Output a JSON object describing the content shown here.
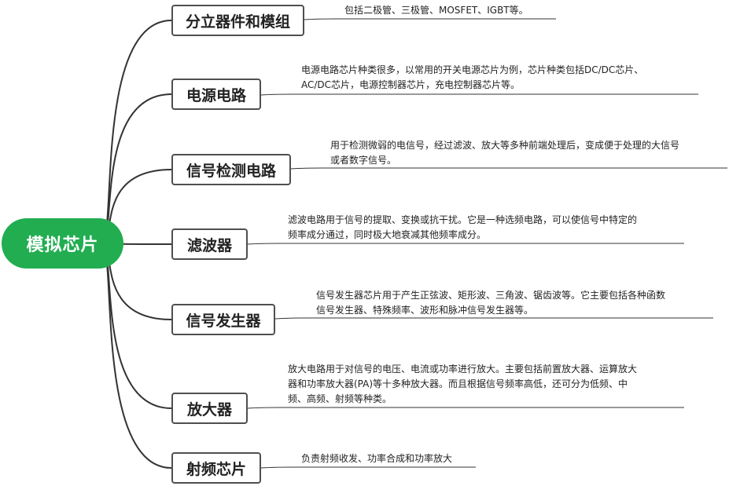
{
  "root": {
    "label": "模拟芯片"
  },
  "branches": [
    {
      "label": "分立器件和模组",
      "lines": [
        "包括二极管、三极管、MOSFET、IGBT等。"
      ]
    },
    {
      "label": "电源电路",
      "lines": [
        "电源电路芯片种类很多，以常用的开关电源芯片为例，芯片种类包括DC/DC芯片、",
        "AC/DC芯片，电源控制器芯片，充电控制器芯片等。"
      ]
    },
    {
      "label": "信号检测电路",
      "lines": [
        "用于检测微弱的电信号，经过滤波、放大等多种前端处理后，变成便于处理的大信号",
        "或者数字信号。"
      ]
    },
    {
      "label": "滤波器",
      "lines": [
        "滤波电路用于信号的提取、变换或抗干扰。它是一种选频电路，可以使信号中特定的",
        "频率成分通过，同时极大地衰减其他频率成分。"
      ]
    },
    {
      "label": "信号发生器",
      "lines": [
        "信号发生器芯片用于产生正弦波、矩形波、三角波、锯齿波等。它主要包括各种函数",
        "信号发生器、特殊频率、波形和脉冲信号发生器等。"
      ]
    },
    {
      "label": "放大器",
      "lines": [
        "放大电路用于对信号的电压、电流或功率进行放大。主要包括前置放大器、运算放大",
        "器和功率放大器(PA)等十多种放大器。而且根据信号频率高低，还可分为低频、中",
        "频、高频、射频等种类。"
      ]
    },
    {
      "label": "射频芯片",
      "lines": [
        "负责射频收发、功率合成和功率放大"
      ]
    }
  ]
}
